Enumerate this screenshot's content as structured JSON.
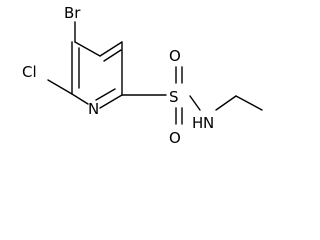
{
  "molecule": {
    "atoms": {
      "br": "Br",
      "cl": "Cl",
      "n_ring": "N",
      "s": "S",
      "o_top": "O",
      "o_bottom": "O",
      "nh": "N",
      "h": "H"
    }
  }
}
